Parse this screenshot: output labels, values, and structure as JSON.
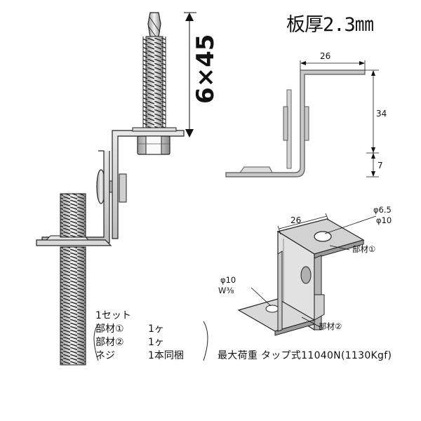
{
  "plate_thickness": "板厚2.3㎜",
  "screw_size": "6×45",
  "side_view": {
    "width_label": "26",
    "height_label": "34",
    "bottom_label": "7"
  },
  "iso_view": {
    "width_label": "26",
    "hole_top_1": "φ6.5",
    "hole_top_2": "φ10",
    "part1_label": "部材①",
    "hole_bottom_1": "φ10",
    "hole_bottom_2": "W⅜",
    "part2_label": "部材②"
  },
  "set_contents": {
    "heading": "1セット",
    "rows": [
      {
        "item": "部材①",
        "qty": "1ヶ",
        "note": ""
      },
      {
        "item": "部材②",
        "qty": "1ヶ",
        "note": ""
      },
      {
        "item": "ネジ",
        "qty": "1本同梱",
        "note": ""
      }
    ]
  },
  "max_load": "最大荷重 タップ式11040N(1130Kgf)"
}
